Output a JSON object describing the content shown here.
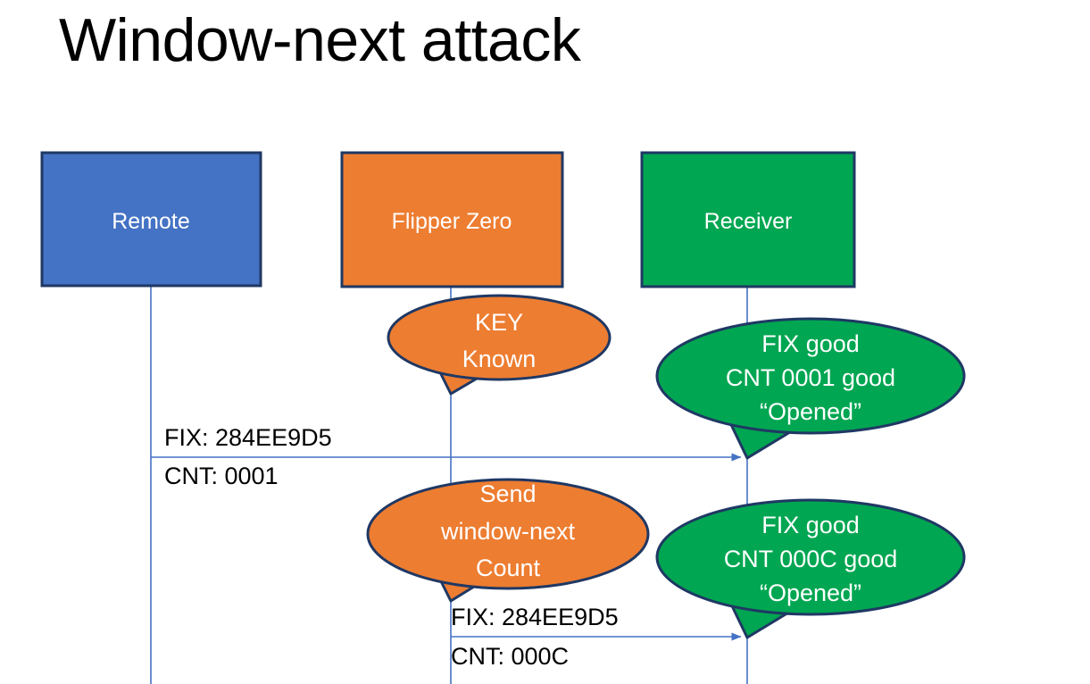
{
  "title": "Window-next attack",
  "colors": {
    "remote_fill": "#4472C4",
    "flipper_fill": "#ED7D31",
    "receiver_fill": "#00A651",
    "border": "#1F3864",
    "lifeline": "#4472C4",
    "arrow": "#4472C4",
    "text_light": "#FFFFFF",
    "text_dark": "#000000",
    "background": "#FFFFFF"
  },
  "actors": [
    {
      "id": "remote",
      "label": "Remote"
    },
    {
      "id": "flipper",
      "label": "Flipper Zero"
    },
    {
      "id": "receiver",
      "label": "Receiver"
    }
  ],
  "callouts": [
    {
      "id": "key-known",
      "owner": "flipper",
      "lines": [
        "KEY",
        "Known"
      ]
    },
    {
      "id": "receiver-ok-1",
      "owner": "receiver",
      "lines": [
        "FIX good",
        "CNT 0001 good",
        "“Opened”"
      ]
    },
    {
      "id": "send-window-next",
      "owner": "flipper",
      "lines": [
        "Send",
        "window-next",
        "Count"
      ]
    },
    {
      "id": "receiver-ok-2",
      "owner": "receiver",
      "lines": [
        "FIX good",
        "CNT 000C good",
        "“Opened”"
      ]
    }
  ],
  "messages": [
    {
      "id": "msg-remote-to-receiver",
      "from": "remote",
      "to": "receiver",
      "label_above": "FIX: 284EE9D5",
      "label_below": "CNT: 0001"
    },
    {
      "id": "msg-flipper-to-receiver",
      "from": "flipper",
      "to": "receiver",
      "label_above": "FIX: 284EE9D5",
      "label_below": "CNT: 000C"
    }
  ]
}
